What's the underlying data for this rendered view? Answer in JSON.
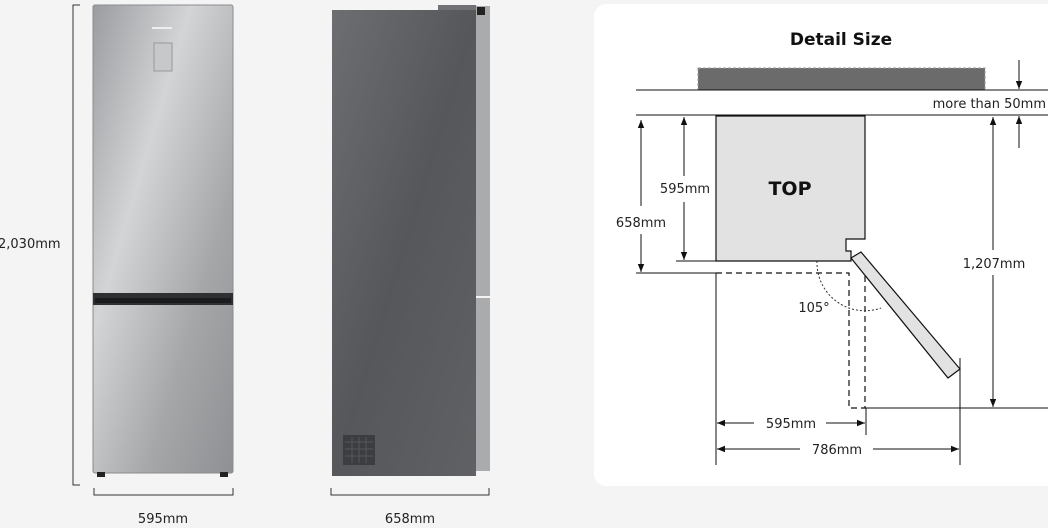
{
  "product_views": {
    "height_label": "2,030mm",
    "front_width_label": "595mm",
    "side_depth_label": "658mm"
  },
  "detail": {
    "title": "Detail Size",
    "top_label": "TOP",
    "clearance_label": "more than 50mm",
    "depth_body_label": "595mm",
    "depth_total_label": "658mm",
    "open_depth_label": "1,207mm",
    "angle_label": "105°",
    "width_label": "595mm",
    "open_width_label": "786mm"
  },
  "colors": {
    "background": "#f4f4f4",
    "panel": "#ffffff",
    "fridge_front": "#a9abad",
    "fridge_side": "#5b5d60",
    "top_fill": "#e2e2e2",
    "wall": "#6b6b6b"
  }
}
